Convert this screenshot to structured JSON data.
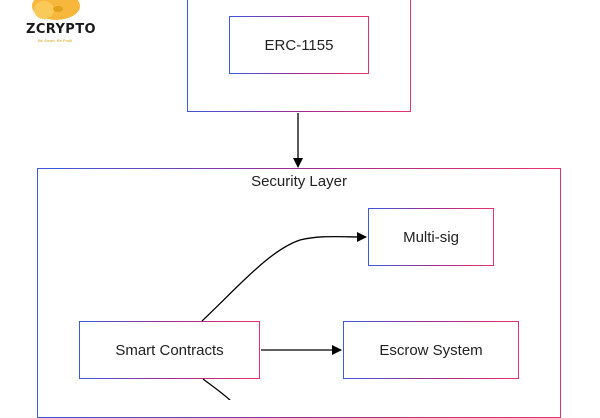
{
  "logo": {
    "wordmark": "ZCRYPTO",
    "tagline": "Be Smart, Be Profit",
    "accent_color": "#f6b73c"
  },
  "diagram": {
    "top_group": {
      "node": "ERC-1155"
    },
    "security_group": {
      "label": "Security Layer",
      "nodes": {
        "smart_contracts": "Smart Contracts",
        "multisig": "Multi-sig",
        "escrow": "Escrow System"
      }
    },
    "edges": [
      {
        "from": "top_group",
        "to": "security_group"
      },
      {
        "from": "smart_contracts",
        "to": "multisig"
      },
      {
        "from": "smart_contracts",
        "to": "escrow"
      },
      {
        "from": "smart_contracts",
        "to": "offscreen_below"
      }
    ],
    "border_gradient": [
      "#3b5bdb",
      "#e8336a"
    ],
    "edge_color": "#000000"
  }
}
